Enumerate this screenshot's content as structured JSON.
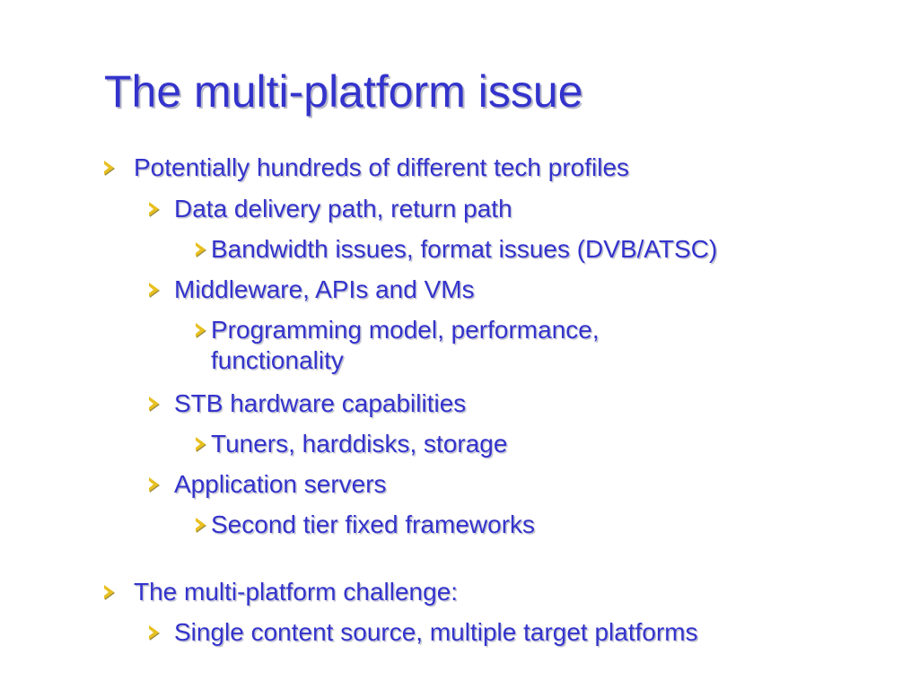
{
  "slide": {
    "title": "The multi-platform issue",
    "bullets": [
      "Potentially hundreds of different tech profiles",
      "Data delivery path, return path",
      "Bandwidth issues, format issues (DVB/ATSC)",
      "Middleware, APIs and VMs",
      "Programming model, performance, functionality",
      "STB hardware capabilities",
      "Tuners, harddisks, storage",
      "Application servers",
      "Second tier fixed frameworks",
      "The multi-platform challenge:",
      "Single content source, multiple target platforms"
    ]
  },
  "colors": {
    "text": "#3333cc",
    "bullet": "#e8c020",
    "background": "#ffffff"
  },
  "icons": {
    "bullet": "arrowhead-bullet-icon"
  }
}
